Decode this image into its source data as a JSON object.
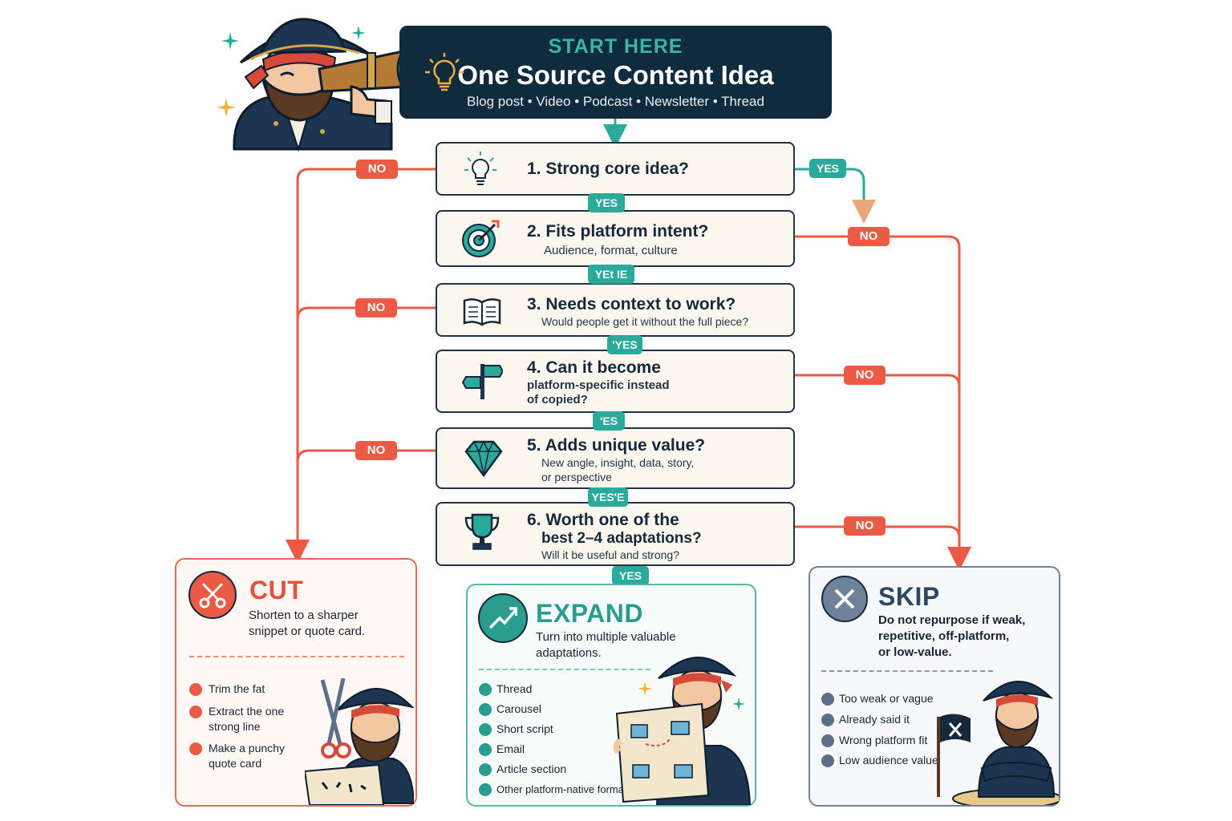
{
  "start": {
    "kicker": "START HERE",
    "title": "One Source Content Idea",
    "subtitle": "Blog post • Video • Podcast • Newsletter • Thread"
  },
  "steps": [
    {
      "question": "1. Strong core idea?",
      "detail": "",
      "icon": "lightbulb-icon"
    },
    {
      "question": "2. Fits platform intent?",
      "detail": "Audience, format, culture",
      "icon": "target-icon"
    },
    {
      "question": "3. Needs context to work?",
      "detail": "Would people get it without the full piece?",
      "icon": "open-book-icon"
    },
    {
      "question_line1": "4. Can it become",
      "question_line2": "platform-specific instead",
      "question_line3": "of copied?",
      "icon": "signpost-icon"
    },
    {
      "question": "5. Adds unique value?",
      "detail_line1": "New angle, insight, data, story,",
      "detail_line2": "or perspective",
      "icon": "diamond-icon"
    },
    {
      "question_line1": "6. Worth one of the",
      "question_line2": "best 2–4 adaptations?",
      "detail": "Will it be useful and strong?",
      "icon": "trophy-icon"
    }
  ],
  "labels": {
    "yes": "YES",
    "no": "NO",
    "yes_garbled_2": "YES",
    "yes_garbled_3": "YEt IE",
    "yes_garbled_4": "'YES",
    "yes_garbled_5": "'ES",
    "yes_garbled_6": "YES'E"
  },
  "outcomes": {
    "cut": {
      "title": "CUT",
      "description_line1": "Shorten to a sharper",
      "description_line2": "snippet or quote card.",
      "items": [
        "Trim the fat",
        "Extract the one",
        "strong line",
        "Make a punchy",
        "quote card"
      ],
      "color": "#ea5a45",
      "icon": "scissors-icon"
    },
    "expand": {
      "title": "EXPAND",
      "description_line1": "Turn into multiple valuable",
      "description_line2": "adaptations.",
      "items": [
        "Thread",
        "Carousel",
        "Short script",
        "Email",
        "Article section",
        "Other platform-native formats"
      ],
      "color": "#2a9d8f",
      "icon": "trend-up-icon"
    },
    "skip": {
      "title": "SKIP",
      "description_line1": "Do not repurpose if weak,",
      "description_line2": "repetitive, off-platform,",
      "description_line3": "or low-value.",
      "items": [
        "Too weak or vague",
        "Already said it",
        "Wrong platform fit",
        "Low audience value"
      ],
      "color": "#5d6f87",
      "icon": "x-mark-icon"
    }
  },
  "colors": {
    "navy": "#102a3e",
    "teal": "#2ba99b",
    "red": "#ea5a45",
    "cream": "#fbf7ee"
  }
}
